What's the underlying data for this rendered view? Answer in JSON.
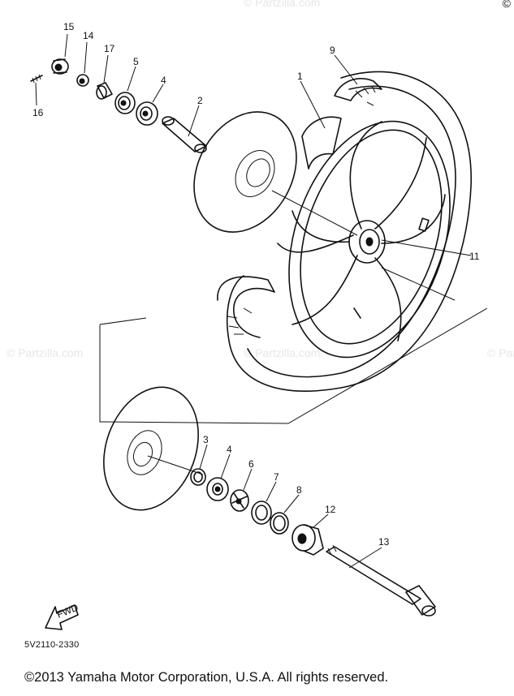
{
  "diagram": {
    "callouts": [
      "15",
      "14",
      "17",
      "5",
      "4",
      "2",
      "9",
      "1",
      "16",
      "11",
      "3",
      "4",
      "6",
      "7",
      "8",
      "12",
      "13"
    ],
    "drawing_code": "5V2110-2330",
    "fwd_label": "FWD",
    "watermark": "© Partzilla.com",
    "corner_mark": "©"
  },
  "footer": {
    "copyright": "©2013 Yamaha Motor Corporation, U.S.A. All rights reserved."
  }
}
